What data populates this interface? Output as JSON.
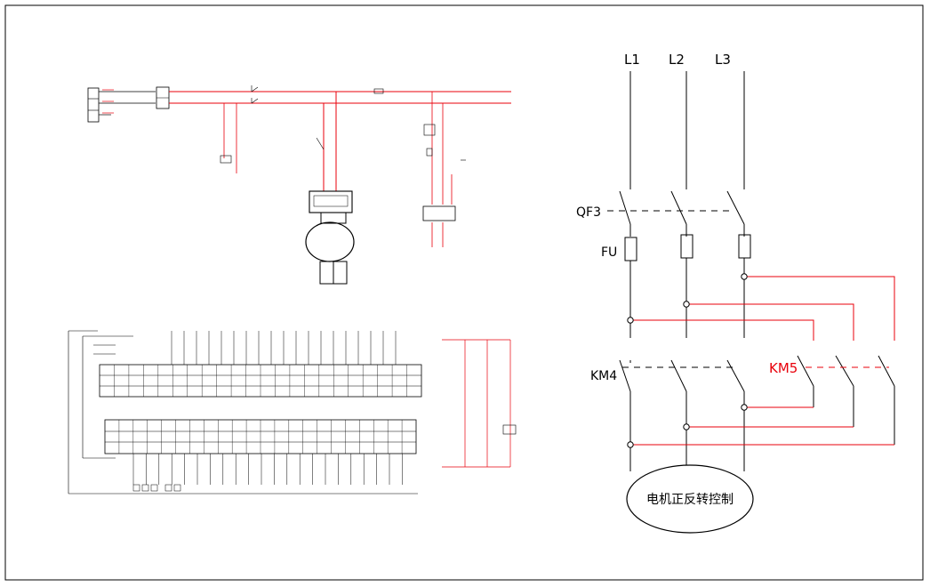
{
  "colors": {
    "wire_red": "#e8000b",
    "line_black": "#000000",
    "annotation_blue": "#1a1aff",
    "background": "#ffffff"
  },
  "motor_circuit": {
    "phase_labels": [
      "L1",
      "L2",
      "L3"
    ],
    "breaker_label": "QF3",
    "fuse_label": "FU",
    "contactor_forward_label": "KM4",
    "contactor_reverse_label": "KM5",
    "motor_caption": "电机正反转控制"
  }
}
